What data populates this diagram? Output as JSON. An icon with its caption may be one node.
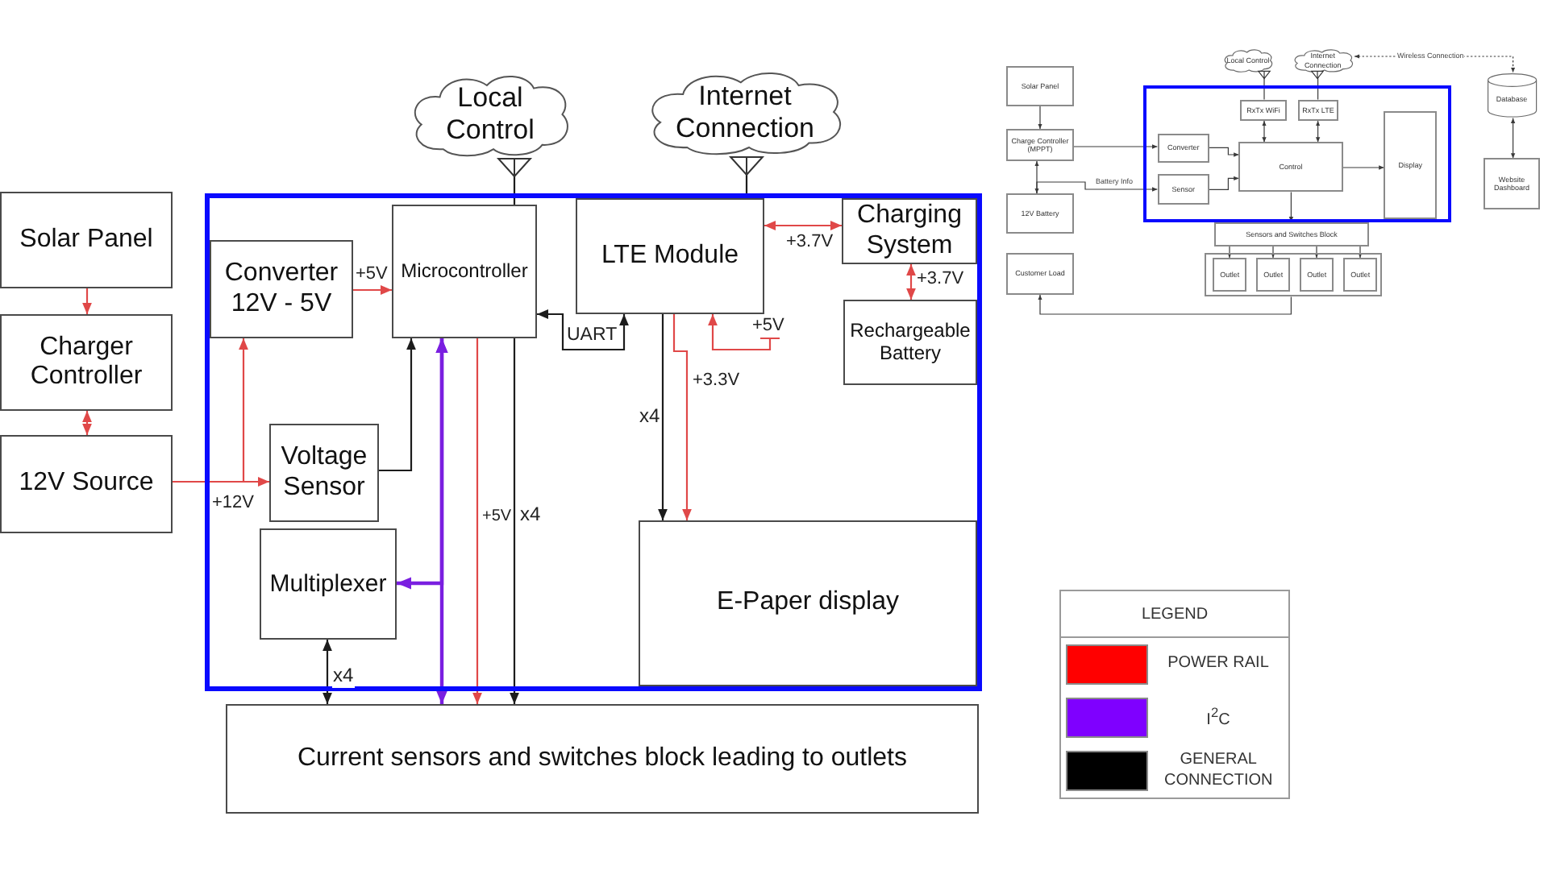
{
  "diagram": {
    "nodes": [
      {
        "text": [
          "Solar Panel"
        ]
      },
      {
        "text": [
          "Charger Controller"
        ]
      },
      {
        "text": [
          "12V Source"
        ]
      },
      {
        "text": [],
        "shape": "box"
      },
      {
        "text": [
          "Converter 12V - 5V"
        ],
        "in": 3
      },
      {
        "text": [
          "Microcontroller"
        ],
        "in": 3
      },
      {
        "text": [
          "LTE Module"
        ],
        "in": 3
      },
      {
        "text": [
          "Charging System"
        ],
        "in": 3
      },
      {
        "text": [
          "Rechargeable Battery"
        ],
        "in": 3
      },
      {
        "text": [
          "Voltage Sensor"
        ],
        "in": 3
      },
      {
        "text": [
          "Multiplexer"
        ],
        "in": 3
      },
      {
        "text": [
          "E-Paper display"
        ],
        "in": 3
      },
      {
        "text": [
          "Current sensors and switches block leading to outlets"
        ]
      },
      {
        "text": [
          "Local Control"
        ]
      },
      {
        "text": [
          "Internet Connection"
        ]
      },
      {
        "text": [
          "Solar Panel"
        ]
      },
      {
        "text": [
          "Charge Controller (MPPT)"
        ]
      },
      {
        "text": [
          "12V Battery"
        ]
      },
      {
        "text": [
          "Customer Load"
        ]
      },
      {
        "text": [],
        "shape": "box"
      },
      {
        "text": [
          "RxTx WiFi"
        ],
        "in": 19
      },
      {
        "text": [
          "RxTx LTE"
        ],
        "in": 19
      },
      {
        "text": [
          "Converter"
        ],
        "in": 19
      },
      {
        "text": [
          "Sensor"
        ],
        "in": 19
      },
      {
        "text": [
          "Control"
        ],
        "in": 19
      },
      {
        "text": [
          "Display"
        ],
        "in": 19
      },
      {
        "text": [
          "Sensors and Switches Block"
        ]
      },
      {
        "text": [],
        "shape": "box"
      },
      {
        "text": [
          "Outlet"
        ],
        "in": 27
      },
      {
        "text": [
          "Outlet"
        ],
        "in": 27
      },
      {
        "text": [
          "Outlet"
        ],
        "in": 27
      },
      {
        "text": [
          "Outlet"
        ],
        "in": 27
      },
      {
        "text": [
          "Local Control"
        ]
      },
      {
        "text": [
          "Internet Connection"
        ]
      },
      {
        "text": [
          "Database"
        ]
      },
      {
        "text": [
          "Website Dashboard"
        ]
      }
    ],
    "edges": [
      {
        "from": 0,
        "to": 1,
        "arrow": "to",
        "color": "#e04848"
      },
      {
        "from": 1,
        "to": 2,
        "arrow": "both",
        "color": "#e04848"
      },
      {
        "from": 2,
        "to": 9,
        "arrow": "to",
        "label": "+12V",
        "color": "#e04848"
      },
      {
        "from": 2,
        "to": 4,
        "arrow": "to",
        "color": "#e04848"
      },
      {
        "from": 4,
        "to": 5,
        "arrow": "to",
        "label": "+5V",
        "color": "#e04848"
      },
      {
        "from": 9,
        "to": 5,
        "arrow": "to"
      },
      {
        "from": 5,
        "to": 10,
        "arrow": "both",
        "style": "thick",
        "color": "#7a1fe0"
      },
      {
        "from": 5,
        "to": 12,
        "arrow": "both",
        "style": "thick",
        "color": "#7a1fe0"
      },
      {
        "from": 5,
        "to": 12,
        "arrow": "to",
        "label": "+5V",
        "color": "#e04848"
      },
      {
        "from": 5,
        "to": 12,
        "arrow": "to",
        "label": "x4"
      },
      {
        "from": 10,
        "to": 12,
        "arrow": "both",
        "label": "x4"
      },
      {
        "from": 6,
        "to": 5,
        "arrow": "both",
        "label": "UART"
      },
      {
        "from": 6,
        "to": 11,
        "arrow": "to",
        "label": "x4"
      },
      {
        "from": 6,
        "to": 11,
        "arrow": "to",
        "label": "+3.3V",
        "color": "#e04848"
      },
      {
        "from": null,
        "to": 6,
        "arrow": "to",
        "label": "+5V",
        "color": "#e04848"
      },
      {
        "from": 6,
        "to": 7,
        "arrow": "both",
        "label": "+3.7V",
        "color": "#e04848"
      },
      {
        "from": 7,
        "to": 8,
        "arrow": "both",
        "label": "+3.7V",
        "color": "#e04848"
      },
      {
        "from": 13,
        "to": 5,
        "arrow": "none"
      },
      {
        "from": 14,
        "to": 6,
        "arrow": "none"
      },
      {
        "from": 15,
        "to": 16,
        "arrow": "to"
      },
      {
        "from": 16,
        "to": 22,
        "arrow": "to"
      },
      {
        "from": 16,
        "to": 17,
        "arrow": "both"
      },
      {
        "from": 17,
        "to": 23,
        "arrow": "to",
        "label": "Battery Info"
      },
      {
        "from": 22,
        "to": 24,
        "arrow": "to"
      },
      {
        "from": 23,
        "to": 24,
        "arrow": "to"
      },
      {
        "from": 20,
        "to": 24,
        "arrow": "both"
      },
      {
        "from": 21,
        "to": 24,
        "arrow": "both"
      },
      {
        "from": 24,
        "to": 25,
        "arrow": "to"
      },
      {
        "from": 24,
        "to": 26,
        "arrow": "to"
      },
      {
        "from": 26,
        "to": 28,
        "arrow": "to"
      },
      {
        "from": 26,
        "to": 29,
        "arrow": "to"
      },
      {
        "from": 26,
        "to": 30,
        "arrow": "to"
      },
      {
        "from": 26,
        "to": 31,
        "arrow": "to"
      },
      {
        "from": 27,
        "to": 18,
        "arrow": "to"
      },
      {
        "from": 32,
        "to": 20,
        "arrow": "none"
      },
      {
        "from": 33,
        "to": 21,
        "arrow": "none"
      },
      {
        "from": 33,
        "to": 34,
        "arrow": "both",
        "label": "Wireless Connection",
        "style": "dashed"
      },
      {
        "from": 34,
        "to": 35,
        "arrow": "both"
      }
    ],
    "labels": [
      "LEGEND"
    ],
    "legend": [
      {
        "text": "POWER RAIL",
        "color": "#ff0000"
      },
      {
        "text": "I$^{2}$C",
        "color": "#7f00ff"
      },
      {
        "text": "GENERAL CONNECTION",
        "color": "#000000"
      }
    ]
  }
}
